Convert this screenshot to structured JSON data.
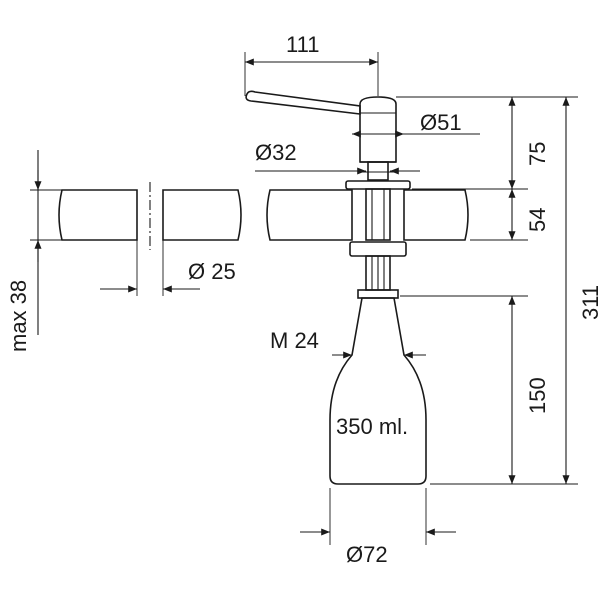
{
  "drawing": {
    "dimensions": {
      "width_top": "111",
      "head_diameter": "Ø51",
      "head_height": "75",
      "stem_diameter": "Ø32",
      "countertop_thickness": "54",
      "total_height": "311",
      "hole_diameter": "Ø 25",
      "max_thickness": "max 38",
      "thread": "M 24",
      "bottle_height": "150",
      "bottle_volume": "350 ml.",
      "bottle_diameter": "Ø72"
    },
    "colors": {
      "line": "#1a1a1a",
      "background": "#ffffff"
    }
  }
}
